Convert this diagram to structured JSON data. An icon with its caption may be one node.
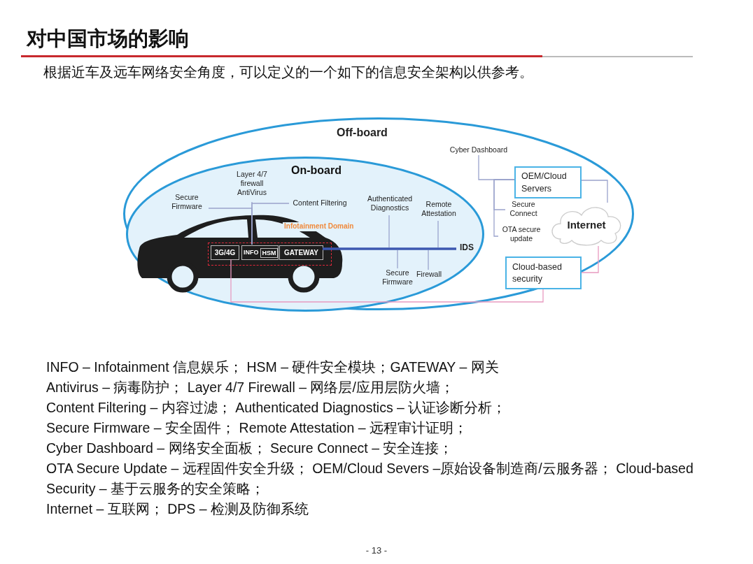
{
  "diagram": {
    "title": "对中国市场的影响",
    "nodes": [
      {
        "text": [
          "Off-board"
        ]
      },
      {
        "text": [
          "On-board"
        ],
        "in": 0
      },
      {
        "text": [
          "Secure Firmware"
        ],
        "in": 1
      },
      {
        "text": [
          "Layer 4/7 firewall AntiVirus"
        ],
        "in": 1
      },
      {
        "text": [
          "Content Filtering"
        ],
        "in": 1
      },
      {
        "text": [
          "Authenticated Diagnostics"
        ],
        "in": 1
      },
      {
        "text": [
          "Remote Attestation"
        ],
        "in": 1
      },
      {
        "text": [],
        "shape": "picture",
        "in": 1
      },
      {
        "text": [
          "Infotainment Domain"
        ],
        "in": 7
      },
      {
        "text": [
          "3G/4G"
        ],
        "in": 8
      },
      {
        "text": [
          "INFO"
        ],
        "in": 8
      },
      {
        "text": [
          "HSM"
        ],
        "in": 10
      },
      {
        "text": [
          "GATEWAY"
        ],
        "in": 8
      },
      {
        "text": [
          "IDS"
        ],
        "in": 1
      },
      {
        "text": [
          "Secure Firmware"
        ],
        "in": 1
      },
      {
        "text": [
          "Firewall"
        ],
        "in": 1
      },
      {
        "text": [
          "Cyber Dashboard"
        ],
        "in": 0
      },
      {
        "text": [
          "OEM/Cloud Servers"
        ],
        "in": 0
      },
      {
        "text": [
          "Secure Connect"
        ],
        "in": 0
      },
      {
        "text": [
          "OTA secure update"
        ],
        "in": 0
      },
      {
        "text": [
          "Internet"
        ],
        "in": 0
      },
      {
        "text": [
          "Cloud-based security"
        ],
        "in": 0
      }
    ],
    "edges": [
      {
        "from": 12,
        "to": 13,
        "arrow": "none",
        "style": "thick",
        "color": "#3d58b0"
      },
      {
        "from": 2,
        "to": 10,
        "arrow": "none"
      },
      {
        "from": 3,
        "to": 10,
        "arrow": "none"
      },
      {
        "from": 4,
        "to": 10,
        "arrow": "none"
      },
      {
        "from": 5,
        "to": null,
        "arrow": "none"
      },
      {
        "from": 6,
        "to": null,
        "arrow": "none"
      },
      {
        "from": 14,
        "to": null,
        "arrow": "none"
      },
      {
        "from": 15,
        "to": null,
        "arrow": "none"
      },
      {
        "from": 16,
        "to": 17,
        "arrow": "none"
      },
      {
        "from": 18,
        "to": 17,
        "arrow": "none"
      },
      {
        "from": 19,
        "to": 17,
        "arrow": "none"
      },
      {
        "from": 17,
        "to": 20,
        "arrow": "none"
      },
      {
        "from": 20,
        "to": 21,
        "arrow": "none",
        "color": "#e89ac0"
      },
      {
        "from": 21,
        "to": 9,
        "arrow": "none",
        "color": "#e89ac0"
      }
    ],
    "labels": [
      "根据近车及远车网络安全角度，可以定义的一个如下的信息安全架构以供参考。",
      "INFO – Infotainment 信息娱乐； HSM – 硬件安全模块；GATEWAY – 网关",
      "Antivirus – 病毒防护； Layer 4/7 Firewall – 网络层/应用层防火墙；",
      "Content Filtering – 内容过滤； Authenticated Diagnostics – 认证诊断分析；",
      "Secure Firmware – 安全固件； Remote Attestation – 远程审计证明；",
      "Cyber Dashboard – 网络安全面板； Secure Connect – 安全连接；",
      "OTA Secure Update – 远程固件安全升级； OEM/Cloud Severs –原始设备制造商/云服务器； Cloud-based Security – 基于云服务的安全策略；",
      "Internet – 互联网； DPS – 检测及防御系统",
      "- 13 -"
    ]
  }
}
